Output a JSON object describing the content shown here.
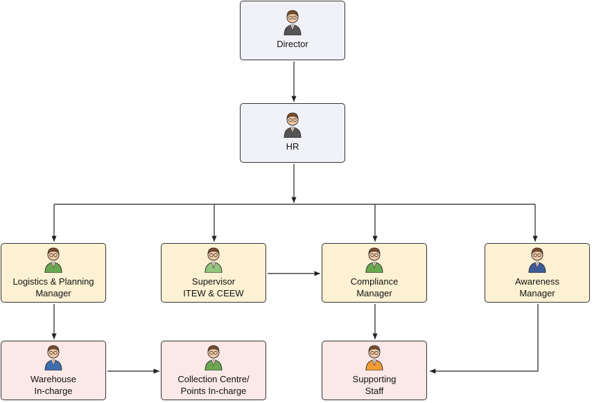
{
  "nodes": {
    "director": {
      "line1": "Director",
      "line2": "",
      "suit": "#555555"
    },
    "hr": {
      "line1": "HR",
      "line2": "",
      "suit": "#555555"
    },
    "logistics": {
      "line1": "Logistics & Planning",
      "line2": "Manager",
      "suit": "#6aa84f"
    },
    "supervisor": {
      "line1": "Supervisor",
      "line2": "ITEW & CEEW",
      "suit": "#93c47d"
    },
    "compliance": {
      "line1": "Compliance",
      "line2": "Manager",
      "suit": "#6aa84f"
    },
    "awareness": {
      "line1": "Awareness",
      "line2": "Manager",
      "suit": "#3d5a99"
    },
    "warehouse": {
      "line1": "Warehouse",
      "line2": "In-charge",
      "suit": "#3d6fb0"
    },
    "collection": {
      "line1": "Collection Centre/",
      "line2": "Points In-charge",
      "suit": "#6aa84f"
    },
    "supporting": {
      "line1": "Supporting",
      "line2": "Staff",
      "suit": "#f39c34"
    }
  },
  "colors": {
    "line": "#222222",
    "top_fill": "#f1f2f7",
    "mid_fill": "#fdf1d3",
    "bot_fill": "#fbe9e7"
  }
}
